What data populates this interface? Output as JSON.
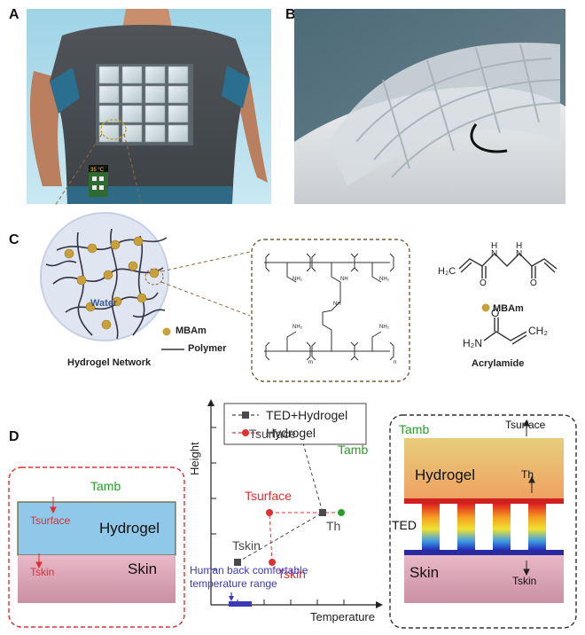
{
  "panels": {
    "a": "A",
    "b": "B",
    "c": "C",
    "d": "D"
  },
  "panel_a": {
    "display_temp": "35 °C"
  },
  "panel_c": {
    "water": "Water",
    "legend_mbam": "MBAm",
    "legend_polymer": "Polymer",
    "network_title": "Hydrogel Network",
    "nh2": "NH₂",
    "nh": "NH",
    "sub_m": "m",
    "sub_n": "n",
    "chem_mbam_label": "MBAm",
    "chem_acryl_label": "Acrylamide",
    "chem_h2c": "H₂C",
    "chem_h": "H",
    "chem_n": "N",
    "chem_o": "O",
    "chem_h2n": "H₂N",
    "chem_ch2": "CH₂"
  },
  "panel_d": {
    "left_inset": {
      "tamb": "Tamb",
      "tsurface": "Tsurface",
      "hydrogel": "Hydrogel",
      "tskin": "Tskin",
      "skin": "Skin"
    },
    "right_inset": {
      "tamb": "Tamb",
      "tsurface": "Tsurface",
      "hydrogel": "Hydrogel",
      "th": "Th",
      "ted": "TED",
      "skin": "Skin",
      "tskin": "Tskin"
    },
    "comfort_note_line1": "Human back comfortable",
    "comfort_note_line2": "temperature range"
  },
  "colors": {
    "ted_series": "#4a4a4a",
    "hydrogel_series": "#e03030",
    "tamb_green": "#2aa02a",
    "comfort_blue": "#3a3ab8"
  },
  "chart_data": {
    "type": "line",
    "xlabel": "Temperature",
    "ylabel": "Height",
    "series": [
      {
        "name": "TED+Hydrogel",
        "color": "#4a4a4a",
        "marker": "square",
        "points": [
          {
            "x": 1.0,
            "y": 1.2,
            "label": "Tskin"
          },
          {
            "x": 4.2,
            "y": 2.6,
            "label": "Th"
          },
          {
            "x": 3.3,
            "y": 5.0,
            "label": "Tsurface"
          },
          {
            "x": 4.9,
            "y": 5.0,
            "label": "Tamb",
            "color": "#2aa02a"
          }
        ]
      },
      {
        "name": "Hydrogel",
        "color": "#e03030",
        "marker": "circle",
        "points": [
          {
            "x": 2.3,
            "y": 1.2,
            "label": "Tskin"
          },
          {
            "x": 2.2,
            "y": 2.6,
            "label": "Tsurface"
          },
          {
            "x": 4.9,
            "y": 2.6,
            "label": "Tamb",
            "color": "#2aa02a"
          }
        ]
      }
    ],
    "comfort_range": [
      0.7,
      1.4
    ]
  }
}
